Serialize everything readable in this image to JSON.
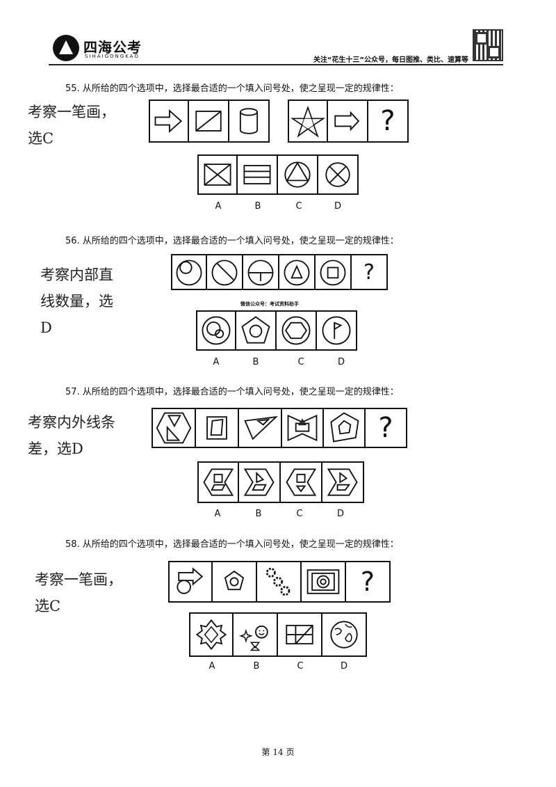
{
  "header": {
    "brand_cn": "四海公考",
    "brand_en": "SIHAIGONGKAO",
    "note": "关注“花生十三”公众号，每日图推、类比、速算等"
  },
  "questions": [
    {
      "stem": "55. 从所给的四个选项中，选择最合适的一个填入问号处，使之呈现一定的规律性：",
      "note": "考察一笔画，选C",
      "options": [
        "A",
        "B",
        "C",
        "D"
      ]
    },
    {
      "stem": "56. 从所给的四个选项中，选择最合适的一个填入问号处，使之呈现一定的规律性：",
      "note": "考察内部直线数量，选D",
      "options": [
        "A",
        "B",
        "C",
        "D"
      ]
    },
    {
      "stem": "57. 从所给的四个选项中，选择最合适的一个填入问号处，使之呈现一定的规律性：",
      "note": "考察内外线条差，选D",
      "options": [
        "A",
        "B",
        "C",
        "D"
      ]
    },
    {
      "stem": "58. 从所给的四个选项中，选择最合适的一个填入问号处，使之呈现一定的规律性：",
      "note": "考察一笔画，选C",
      "options": [
        "A",
        "B",
        "C",
        "D"
      ]
    }
  ],
  "question_mark": "?",
  "watermark": "微信公众号：考试资料助手",
  "footer": {
    "page": "第 14 页"
  }
}
